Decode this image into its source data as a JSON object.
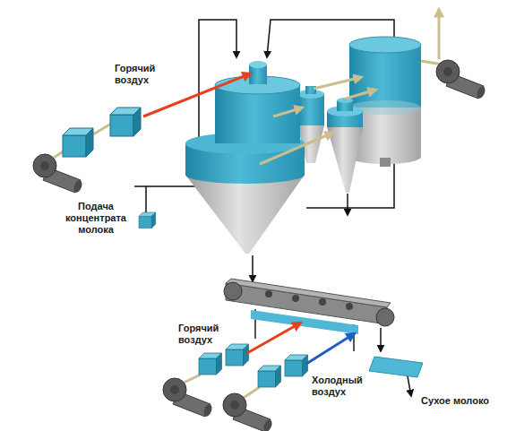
{
  "diagram": {
    "labels": [
      "Горячий воздух",
      "Подача концентрата молока",
      "Горячий воздух",
      "Холодный воздух",
      "Сухое молоко"
    ]
  }
}
